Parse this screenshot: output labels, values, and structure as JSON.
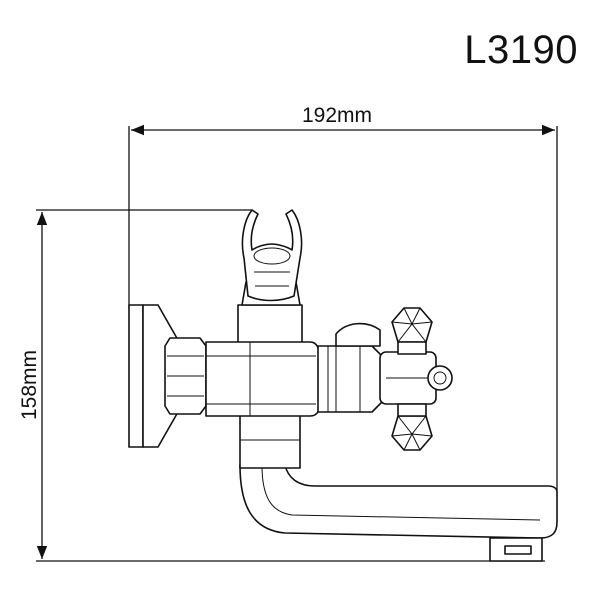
{
  "model": {
    "code": "L3190"
  },
  "dimensions": {
    "width_label": "192mm",
    "height_label": "158mm"
  }
}
